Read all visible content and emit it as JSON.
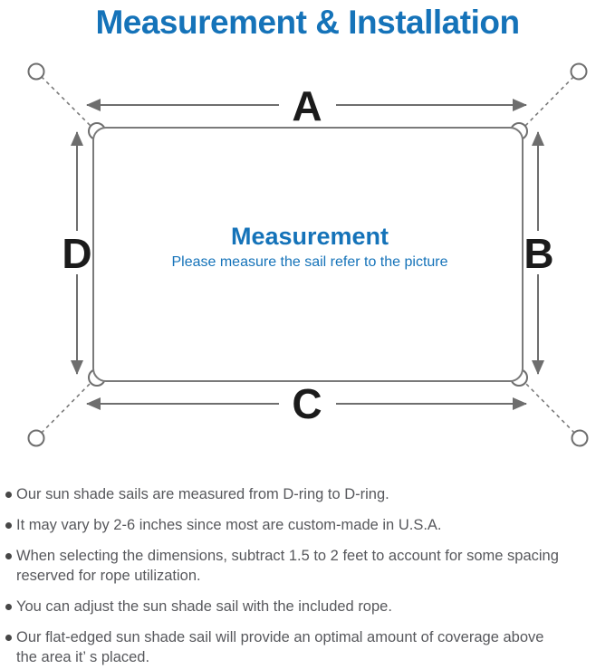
{
  "title": "Measurement & Installation",
  "colors": {
    "accent_blue": "#1573b9",
    "diagram_gray": "#757575",
    "note_text_gray": "#57585c",
    "dim_letter_black": "#1b1b1b"
  },
  "diagram": {
    "dimension_labels": {
      "top": "A",
      "right": "B",
      "bottom": "C",
      "left": "D"
    },
    "center_title": "Measurement",
    "center_subtitle": "Please measure the sail refer to the picture",
    "shapes": [
      "anchor-ring-circles",
      "dashed-anchor-lines",
      "rounded-sail-rectangle",
      "d-rings",
      "double-headed-dimension-arrows"
    ]
  },
  "notes": [
    {
      "lines": [
        "Our sun shade sails are measured from D-ring to D-ring."
      ]
    },
    {
      "lines": [
        "It may vary by 2-6 inches since most are custom-made in U.S.A."
      ]
    },
    {
      "lines": [
        "When selecting the dimensions, subtract 1.5 to 2 feet to account for some spacing",
        "reserved for rope utilization."
      ]
    },
    {
      "lines": [
        "You can adjust the sun shade sail with the included rope."
      ]
    },
    {
      "lines": [
        "Our flat-edged sun shade sail will provide an optimal amount of coverage above",
        "the area it’ s placed."
      ]
    }
  ]
}
